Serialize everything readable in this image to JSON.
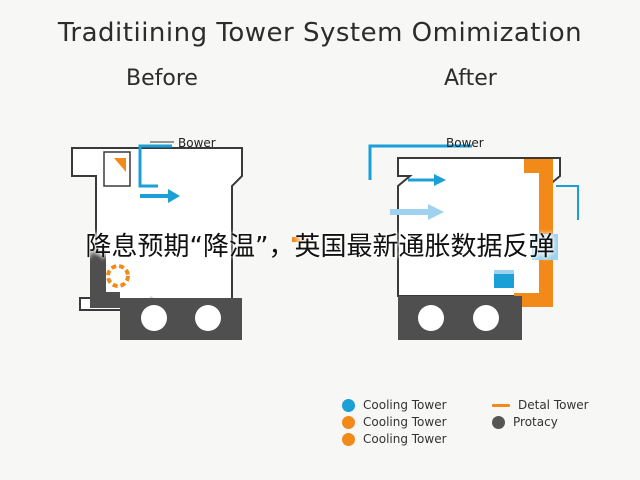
{
  "title": "Traditiining Tower System Omimization",
  "before_label": "Before",
  "after_label": "After",
  "before_diagram": {
    "bower_label": "Bower"
  },
  "after_diagram": {
    "bower_label": "Bower"
  },
  "overlay_caption": "降息预期“降温”，英国最新通胀数据反弹",
  "legend": {
    "items": [
      {
        "label": "Cooling Tower",
        "color": "#1a9fd6",
        "marker": "dot"
      },
      {
        "label": "Cooling Tower",
        "color": "#f28a1a",
        "marker": "dot"
      },
      {
        "label": "Cooling Tower",
        "color": "#f28a1a",
        "marker": "dot"
      },
      {
        "label": "Detal Tower",
        "color": "#f28a1a",
        "marker": "dash"
      },
      {
        "label": "Protacy",
        "color": "#555555",
        "marker": "dot"
      }
    ]
  },
  "colors": {
    "blue": "#1a9fd6",
    "light_blue": "#9fd2ee",
    "orange": "#f28a1a",
    "dark_gray": "#4f4f4f",
    "outline": "#3a3a3a"
  }
}
